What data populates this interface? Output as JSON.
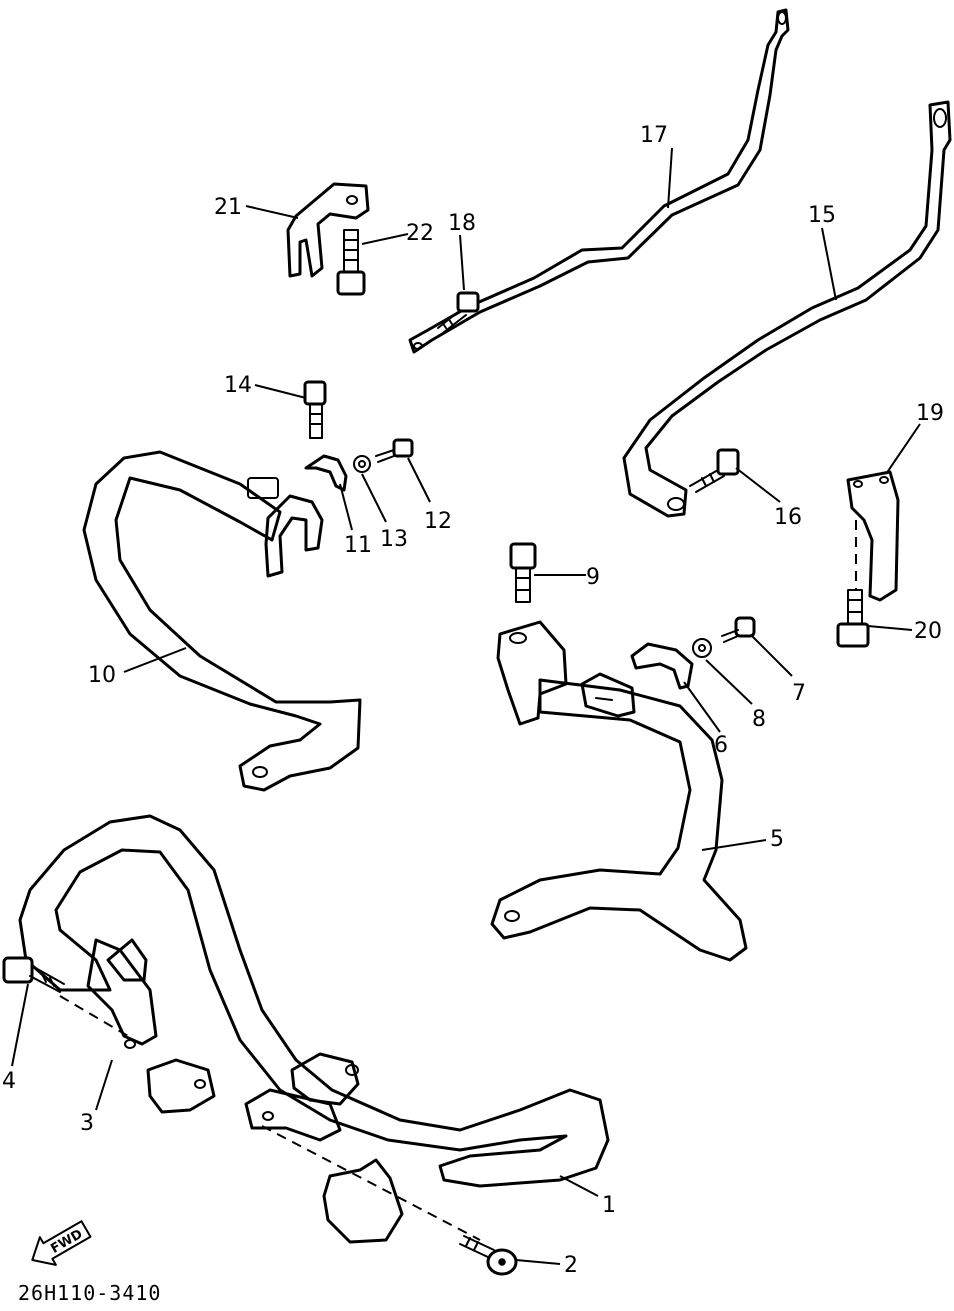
{
  "diagram": {
    "callouts": [
      {
        "id": "1",
        "label": "1"
      },
      {
        "id": "2",
        "label": "2"
      },
      {
        "id": "3",
        "label": "3"
      },
      {
        "id": "4",
        "label": "4"
      },
      {
        "id": "5",
        "label": "5"
      },
      {
        "id": "6",
        "label": "6"
      },
      {
        "id": "7",
        "label": "7"
      },
      {
        "id": "8",
        "label": "8"
      },
      {
        "id": "9",
        "label": "9"
      },
      {
        "id": "10",
        "label": "10"
      },
      {
        "id": "11",
        "label": "11"
      },
      {
        "id": "12",
        "label": "12"
      },
      {
        "id": "13",
        "label": "13"
      },
      {
        "id": "14",
        "label": "14"
      },
      {
        "id": "15",
        "label": "15"
      },
      {
        "id": "16",
        "label": "16"
      },
      {
        "id": "17",
        "label": "17"
      },
      {
        "id": "18",
        "label": "18"
      },
      {
        "id": "19",
        "label": "19"
      },
      {
        "id": "20",
        "label": "20"
      },
      {
        "id": "21",
        "label": "21"
      },
      {
        "id": "22",
        "label": "22"
      }
    ],
    "direction_marker": "FWD",
    "drawing_code": "26H110-3410"
  }
}
